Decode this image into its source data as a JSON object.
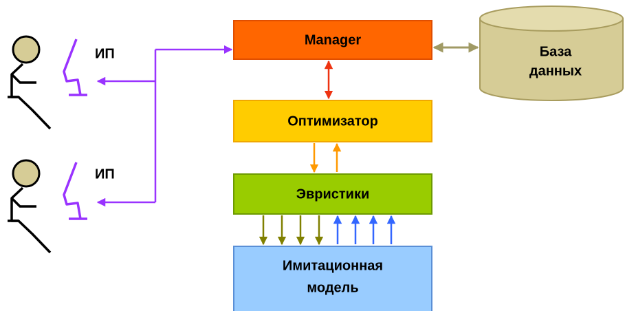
{
  "nodes": {
    "manager": {
      "label": "Manager",
      "fill": "#ff6600",
      "stroke": "#e04e00"
    },
    "optimizer": {
      "label": "Оптимизатор",
      "fill": "#ffcc00",
      "stroke": "#f0a800"
    },
    "heuristics": {
      "label": "Эвристики",
      "fill": "#99cc00",
      "stroke": "#6d9a00"
    },
    "simulation": {
      "line1": "Имитационная",
      "line2": "модель",
      "fill": "#99ccff",
      "stroke": "#5a8fd6"
    },
    "database": {
      "line1": "База",
      "line2": "данных",
      "fill": "#d6cc96",
      "stroke": "#a89c5e"
    }
  },
  "users": [
    {
      "label": "ИП"
    },
    {
      "label": "ИП"
    }
  ],
  "colors": {
    "user_link": "#9933ff",
    "user_figure": "#000000",
    "user_head": "#d6cc96",
    "desk": "#9933ff",
    "db_link": "#a09a64",
    "manager_optimizer": "#ee3311",
    "optimizer_heuristics": "#ff9900",
    "heuristics_down": "#808000",
    "heuristics_up": "#3366ff"
  }
}
